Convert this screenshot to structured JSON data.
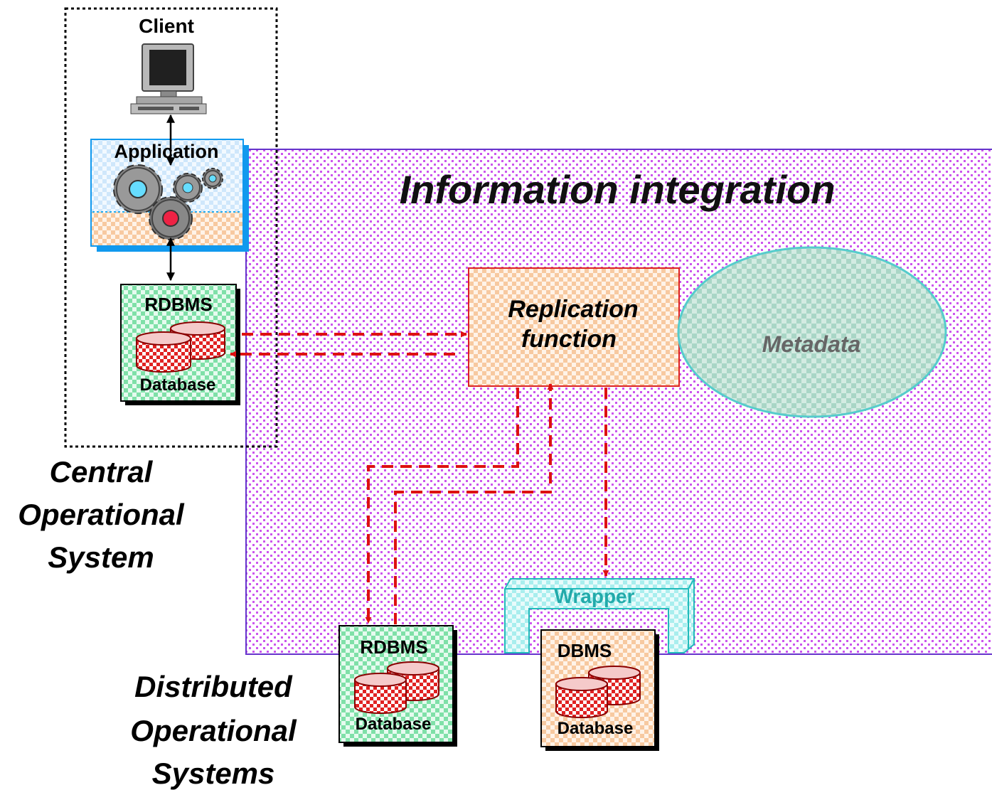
{
  "diagram": {
    "region_title": "Information integration",
    "client_label": "Client",
    "application_label": "Application",
    "central_rdbms": {
      "title": "RDBMS",
      "db_label": "Database"
    },
    "replication_label_line1": "Replication",
    "replication_label_line2": "function",
    "metadata_label": "Metadata",
    "wrapper_label": "Wrapper",
    "distributed_rdbms": {
      "title": "RDBMS",
      "db_label": "Database"
    },
    "distributed_dbms": {
      "title": "DBMS",
      "db_label": "Database"
    },
    "central_system_label": [
      "Central",
      "Operational",
      "System"
    ],
    "distributed_systems_label": [
      "Distributed",
      "Operational",
      "Systems"
    ]
  },
  "colors": {
    "region_dots": "#cc55ee",
    "region_border": "#6633cc",
    "flow_arrow": "#dd1111",
    "green_box": "#7fe0a8",
    "peach_box": "#f7c9a0",
    "metadata_fill": "#b8ddd0",
    "metadata_stroke": "#55cccc",
    "wrapper_color": "#22bbbb",
    "app_border": "#1199ee",
    "replication_border": "#dd2222"
  }
}
